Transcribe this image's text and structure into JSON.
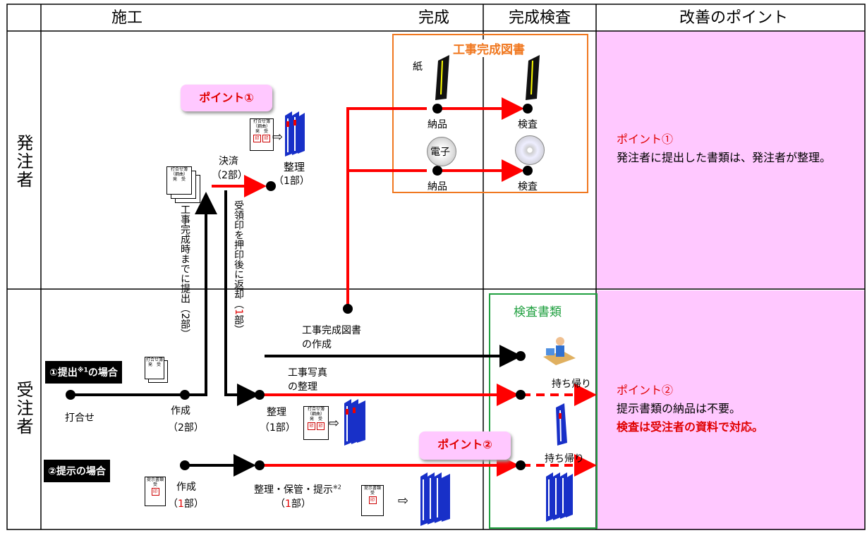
{
  "headers": {
    "construction": "施工",
    "completion": "完成",
    "inspection": "完成検査",
    "improvement": "改善のポイント"
  },
  "rows": {
    "orderer": "発注者",
    "contractor": "受注者"
  },
  "completion_box": {
    "title": "工事完成図書",
    "paper": "紙",
    "electronic": "電子",
    "deliver1": "納品",
    "deliver2": "納品",
    "inspect1": "検査",
    "inspect2": "検査"
  },
  "inspection_box": {
    "title": "検査書類",
    "takehome1": "持ち帰り",
    "takehome2": "持ち帰り"
  },
  "point1_badge": "ポイント①",
  "point2_badge": "ポイント②",
  "orderer_flow": {
    "settle": "決済",
    "settle_copies": "（2部）",
    "organize": "整理",
    "organize_copies": "（1部）"
  },
  "vertical_texts": {
    "submit": "工事完成時までに提出（2部）",
    "return_a": "受領印を押印後に返却（",
    "return_red": "1",
    "return_b": "部）"
  },
  "case1": {
    "label": "①提出",
    "sup": "※1",
    "label2": "の場合",
    "meeting": "打合せ",
    "create": "作成",
    "create_copies": "（2部）",
    "organize": "整理",
    "organize_copies": "（1部）",
    "photo_a": "工事写真",
    "photo_b": "の整理",
    "drawings_a": "工事完成図書",
    "drawings_b": "の作成"
  },
  "case2": {
    "label": "②提示の場合",
    "create": "作成",
    "copies_a": "（",
    "copies_red": "1",
    "copies_b": "部）",
    "manage": "整理・保管・提示",
    "sup": "※2",
    "manage_copies_a": "（",
    "manage_copies_red": "1",
    "manage_copies_b": "部）"
  },
  "documents": {
    "meeting_doc_l1": "打合せ簿",
    "meeting_doc_l2": "（鋼曲）",
    "meeting_doc_l3": "発　受",
    "stamp": "印",
    "present_doc": "提示書類",
    "present_recv": "受"
  },
  "points": {
    "p1_title": "ポイント①",
    "p1_text": "発注者に提出した書類は、発注者が整理。",
    "p2_title": "ポイント②",
    "p2_text": "提示書類の納品は不要。",
    "p2_emph": "検査は受注者の資料で対応。"
  },
  "colors": {
    "red": "#ff0000",
    "orange": "#f07820",
    "green": "#20a040",
    "pink": "#ffc8ff",
    "blue": "#1830c8"
  }
}
